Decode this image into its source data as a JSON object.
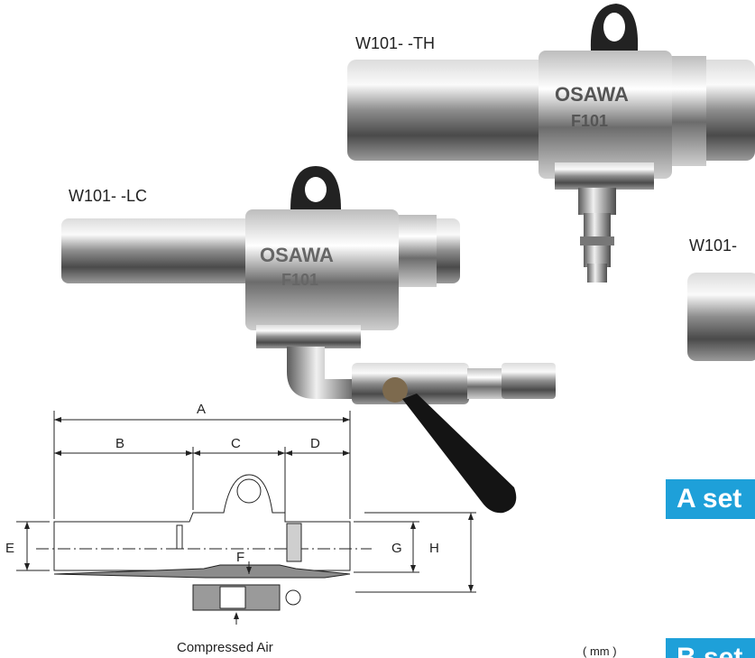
{
  "photos": {
    "top_label": "W101-   -TH",
    "left_label": "W101-    -LC",
    "right_label": "W101-",
    "engraving": "OSAWA",
    "model_mark": "F101"
  },
  "diagram": {
    "dims": {
      "A": "A",
      "B": "B",
      "C": "C",
      "D": "D",
      "E": "E",
      "F": "F",
      "G": "G",
      "H": "H"
    },
    "air_label": "Compressed Air"
  },
  "unit_label": "( mm )",
  "sections": {
    "a_title": "A set",
    "b_title": "B set"
  },
  "colors": {
    "band": "#1ea0d9",
    "handle": "#141414"
  }
}
